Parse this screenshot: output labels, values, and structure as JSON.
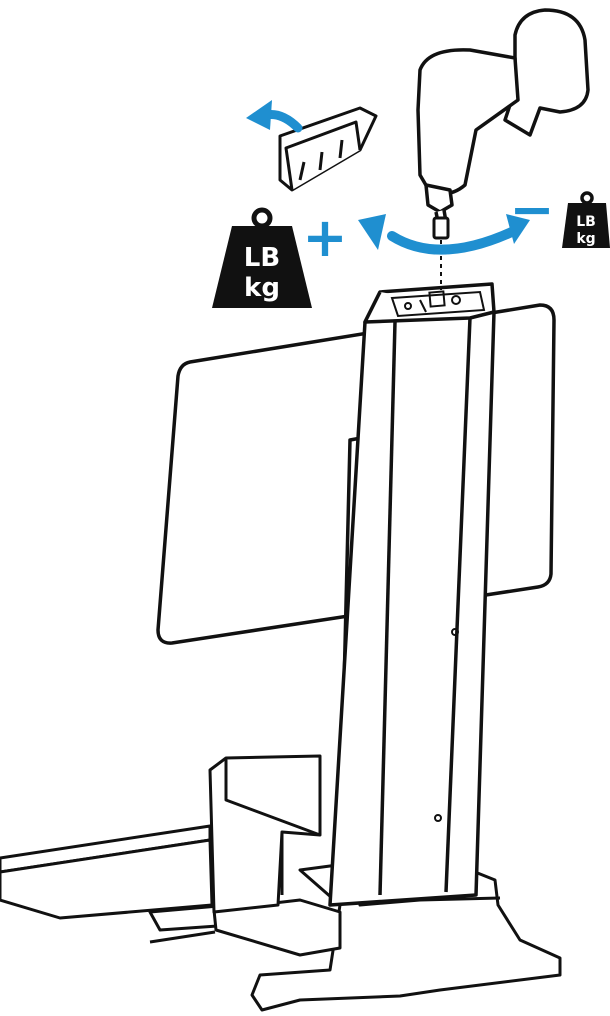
{
  "weights": {
    "large": {
      "line1": "LB",
      "line2": "kg"
    },
    "small": {
      "line1": "LB",
      "line2": "kg"
    }
  },
  "signs": {
    "increase": "+",
    "decrease": "−"
  },
  "colors": {
    "line": "#111111",
    "accent": "#1f8fd0",
    "weight_fill": "#111111",
    "background": "#ffffff"
  }
}
